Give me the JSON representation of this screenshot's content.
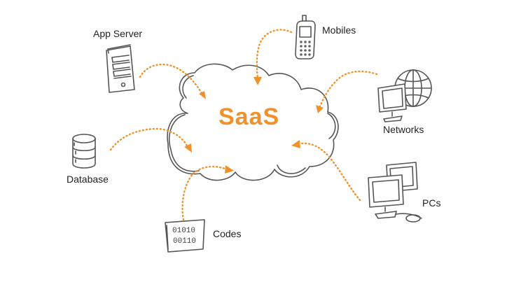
{
  "title": "SaaS",
  "nodes": {
    "app_server": "App Server",
    "mobiles": "Mobiles",
    "networks": "Networks",
    "database": "Database",
    "pcs": "PCs",
    "codes": "Codes"
  },
  "codes_text": [
    "01010",
    "00110"
  ],
  "colors": {
    "accent": "#f0922c",
    "sketch": "#555555",
    "text": "#222222"
  }
}
